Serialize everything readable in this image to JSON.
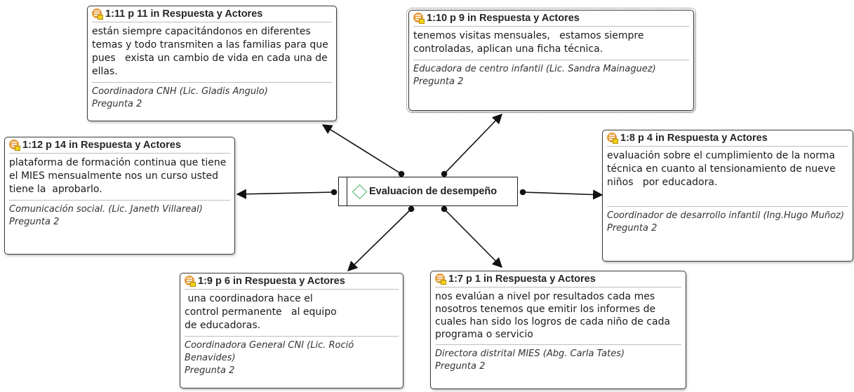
{
  "center": {
    "label": "Evaluacion de desempeño"
  },
  "quotations": [
    {
      "title": "1:11 p 11 in Respuesta y Actores",
      "text": "están siempre capacitándonos en diferentes temas y todo transmiten a las familias para que pues   exista un cambio de vida en cada una de ellas.",
      "author": "Coordinadora CNH (Lic. Gladis Angulo)",
      "question": "Pregunta 2"
    },
    {
      "title": "1:10 p 9 in Respuesta y Actores",
      "text": "tenemos visitas mensuales,   estamos siempre controladas, aplican una ficha técnica.",
      "author": "Educadora de centro infantil (Lic. Sandra Mainaguez)",
      "question": "Pregunta 2"
    },
    {
      "title": "1:12 p 14 in Respuesta y Actores",
      "text": "plataforma de formación continua que tiene el MIES mensualmente nos un curso usted tiene la  aprobarlo.",
      "author": "Comunicación social. (Lic. Janeth Villareal)",
      "question": "Pregunta 2"
    },
    {
      "title": "1:8 p 4 in Respuesta y Actores",
      "text": "evaluación sobre el cumplimiento de la norma técnica en cuanto al tensionamiento de nueve niños   por educadora.",
      "author": "Coordinador de desarrollo infantil (Ing.Hugo Muñoz)",
      "question": "Pregunta 2"
    },
    {
      "title": "1:9 p 6 in Respuesta y Actores",
      "text": " una coordinadora hace el control permanente   al equipo de educadoras.",
      "author": "Coordinadora General CNI (Lic. Roció Benavides)",
      "question": "Pregunta 2"
    },
    {
      "title": "1:7 p 1 in Respuesta y Actores",
      "text": "nos evalúan a nivel por resultados cada mes nosotros tenemos que emitir los informes de cuales han sido los logros de cada niño de cada programa o servicio",
      "author": "Directora distrital MIES (Abg. Carla Tates)",
      "question": "Pregunta 2"
    }
  ]
}
